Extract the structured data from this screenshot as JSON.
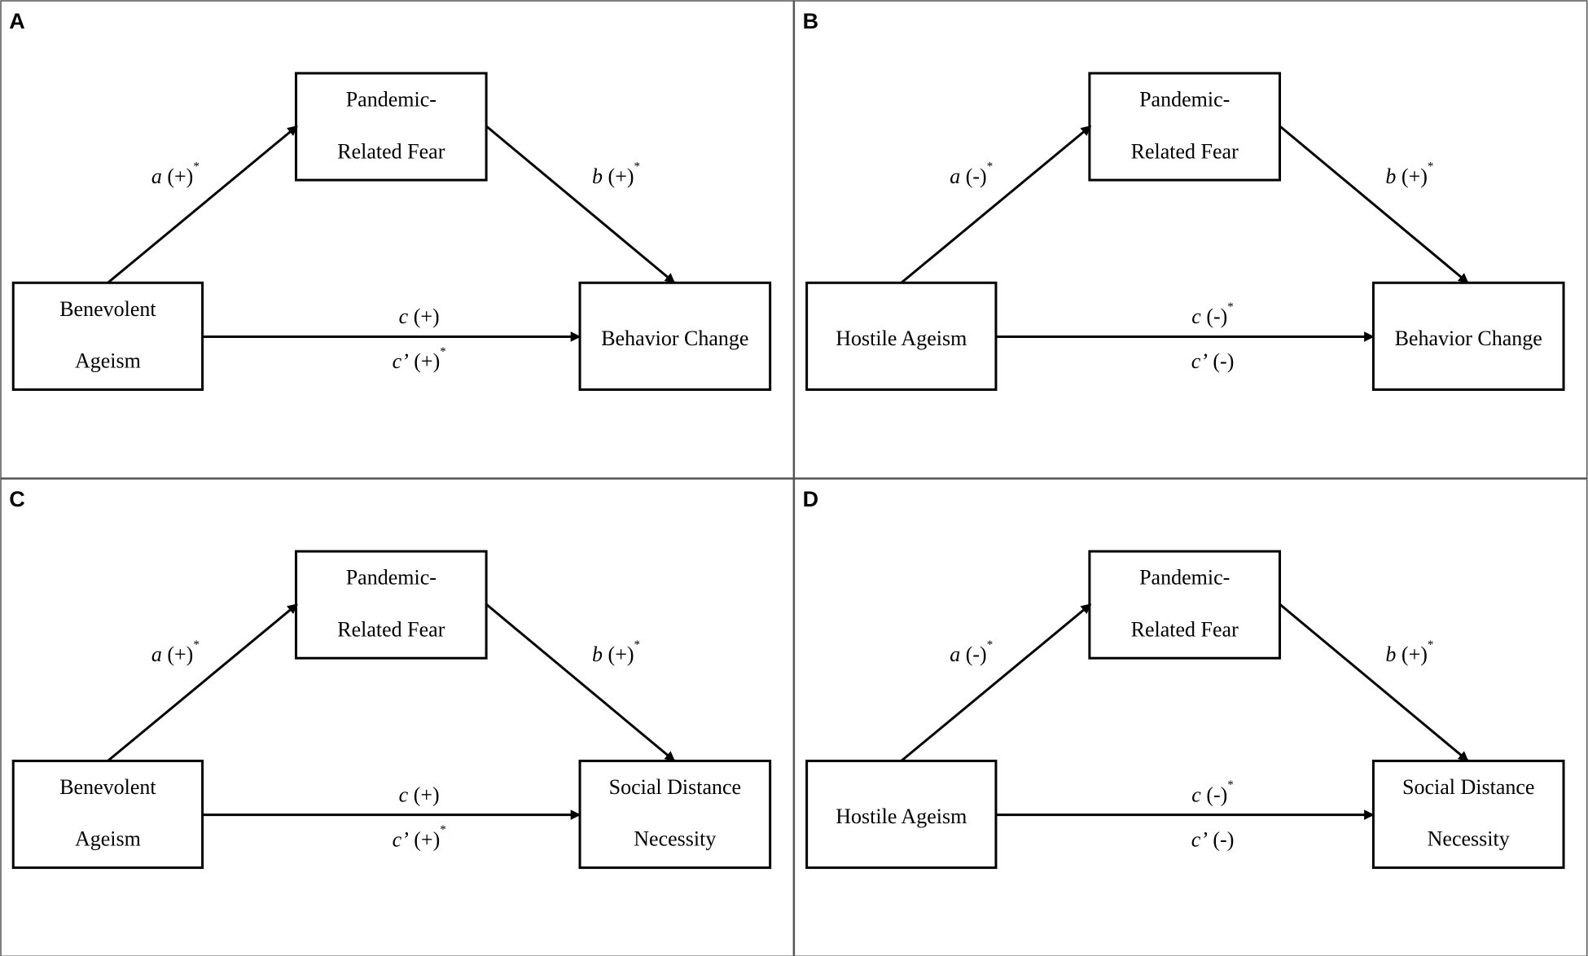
{
  "panels": [
    {
      "letter": "A",
      "mediator": [
        "Pandemic-",
        "Related Fear"
      ],
      "predictor": [
        "Benevolent",
        "Ageism"
      ],
      "outcome": [
        "Behavior Change"
      ],
      "paths": {
        "a": {
          "symbol": "a",
          "sign": "(+)",
          "star": "*"
        },
        "b": {
          "symbol": "b",
          "sign": "(+)",
          "star": "*"
        },
        "c": {
          "symbol": "c",
          "sign": "(+)",
          "star": ""
        },
        "c_prime": {
          "symbol": "c’",
          "sign": "(+)",
          "star": "*"
        }
      }
    },
    {
      "letter": "B",
      "mediator": [
        "Pandemic-",
        "Related Fear"
      ],
      "predictor": [
        "Hostile Ageism"
      ],
      "outcome": [
        "Behavior Change"
      ],
      "paths": {
        "a": {
          "symbol": "a",
          "sign": "(-)",
          "star": "*"
        },
        "b": {
          "symbol": "b",
          "sign": "(+)",
          "star": "*"
        },
        "c": {
          "symbol": "c",
          "sign": "(-)",
          "star": "*"
        },
        "c_prime": {
          "symbol": "c’",
          "sign": "(-)",
          "star": ""
        }
      }
    },
    {
      "letter": "C",
      "mediator": [
        "Pandemic-",
        "Related Fear"
      ],
      "predictor": [
        "Benevolent",
        "Ageism"
      ],
      "outcome": [
        "Social Distance",
        "Necessity"
      ],
      "paths": {
        "a": {
          "symbol": "a",
          "sign": "(+)",
          "star": "*"
        },
        "b": {
          "symbol": "b",
          "sign": "(+)",
          "star": "*"
        },
        "c": {
          "symbol": "c",
          "sign": "(+)",
          "star": ""
        },
        "c_prime": {
          "symbol": "c’",
          "sign": "(+)",
          "star": "*"
        }
      }
    },
    {
      "letter": "D",
      "mediator": [
        "Pandemic-",
        "Related Fear"
      ],
      "predictor": [
        "Hostile Ageism"
      ],
      "outcome": [
        "Social Distance",
        "Necessity"
      ],
      "paths": {
        "a": {
          "symbol": "a",
          "sign": "(-)",
          "star": "*"
        },
        "b": {
          "symbol": "b",
          "sign": "(+)",
          "star": "*"
        },
        "c": {
          "symbol": "c",
          "sign": "(-)",
          "star": "*"
        },
        "c_prime": {
          "symbol": "c’",
          "sign": "(-)",
          "star": ""
        }
      }
    }
  ]
}
